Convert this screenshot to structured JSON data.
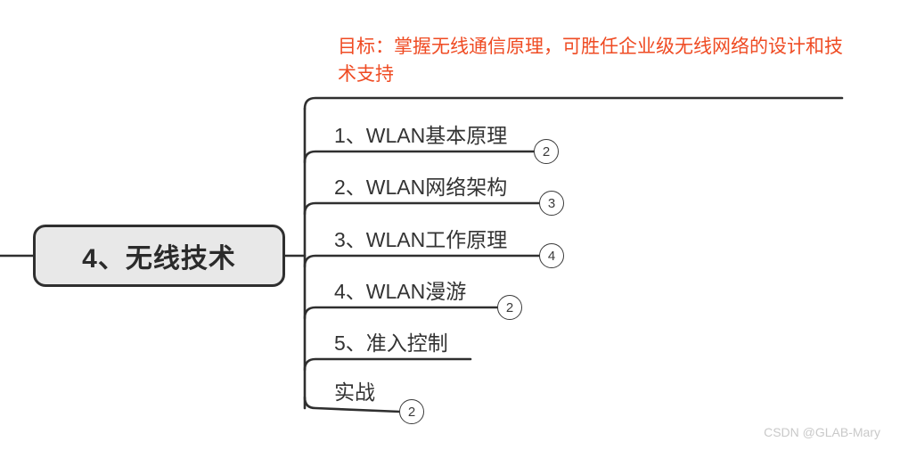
{
  "diagram": {
    "type": "mind-map",
    "colors": {
      "accent_orange": "#ef4b23",
      "line": "#2f2f2f",
      "text": "#333333",
      "root_fill": "#e8e8e8",
      "root_border": "#2f2f2f",
      "watermark": "#c9c9c9"
    },
    "root": {
      "label": "4、无线技术"
    },
    "goal": {
      "text": "目标：掌握无线通信原理，可胜任企业级无线网络的设计和技术支持"
    },
    "branches": [
      {
        "label": "1、WLAN基本原理",
        "badge": "2"
      },
      {
        "label": "2、WLAN网络架构",
        "badge": "3"
      },
      {
        "label": "3、WLAN工作原理",
        "badge": "4"
      },
      {
        "label": "4、WLAN漫游",
        "badge": "2"
      },
      {
        "label": "5、准入控制",
        "badge": ""
      },
      {
        "label": "实战",
        "badge": "2"
      }
    ],
    "watermark": "CSDN @GLAB-Mary"
  }
}
